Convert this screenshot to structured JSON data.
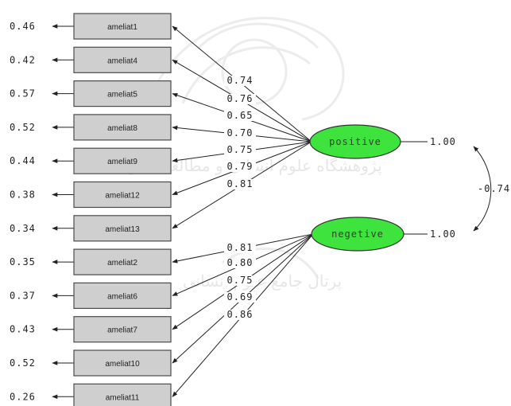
{
  "colors": {
    "factor_fill": "#3ee33e",
    "indicator_fill": "#cfcfcf",
    "line": "#222222"
  },
  "watermark": {
    "line1": "پژوهشگاه علوم انسانی و مطالعات فرهنگی",
    "line2": "پرتال جامع علوم انسانی"
  },
  "factors": [
    {
      "id": "positive",
      "label": "positive",
      "variance": "1.00"
    },
    {
      "id": "negative",
      "label": "negetive",
      "variance": "1.00"
    }
  ],
  "correlation": "-0.74",
  "indicators": [
    {
      "label": "ameliat1",
      "error": "0.46",
      "factor": "positive",
      "loading": "0.74"
    },
    {
      "label": "ameliat4",
      "error": "0.42",
      "factor": "positive",
      "loading": "0.76"
    },
    {
      "label": "ameliat5",
      "error": "0.57",
      "factor": "positive",
      "loading": "0.65"
    },
    {
      "label": "ameliat8",
      "error": "0.52",
      "factor": "positive",
      "loading": "0.70"
    },
    {
      "label": "ameliat9",
      "error": "0.44",
      "factor": "positive",
      "loading": "0.75"
    },
    {
      "label": "ameliat12",
      "error": "0.38",
      "factor": "positive",
      "loading": "0.79"
    },
    {
      "label": "ameliat13",
      "error": "0.34",
      "factor": "positive",
      "loading": "0.81"
    },
    {
      "label": "ameliat2",
      "error": "0.35",
      "factor": "negative",
      "loading": "0.81"
    },
    {
      "label": "ameliat6",
      "error": "0.37",
      "factor": "negative",
      "loading": "0.80"
    },
    {
      "label": "ameliat7",
      "error": "0.43",
      "factor": "negative",
      "loading": "0.75"
    },
    {
      "label": "ameliat10",
      "error": "0.52",
      "factor": "negative",
      "loading": "0.69"
    },
    {
      "label": "ameliat11",
      "error": "0.26",
      "factor": "negative",
      "loading": "0.86"
    }
  ]
}
